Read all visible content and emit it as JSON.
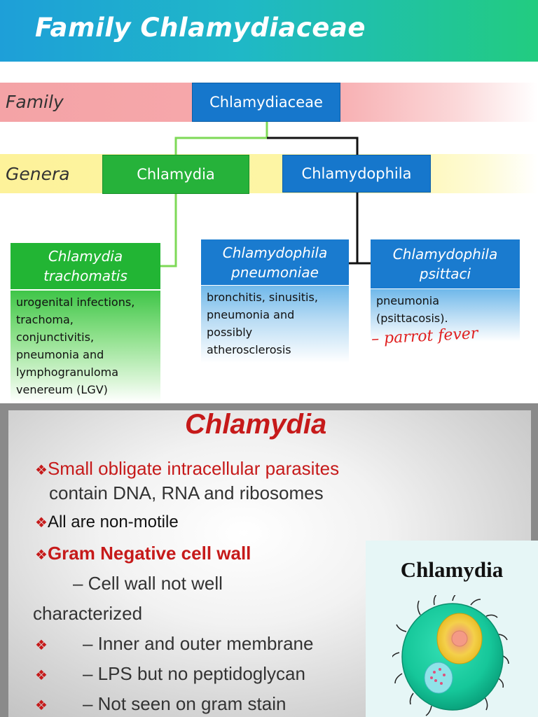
{
  "header": {
    "title": "Family Chlamydiaceae"
  },
  "taxonomy": {
    "family_label": "Family",
    "genera_label": "Genera",
    "family_name": "Chlamydiaceae",
    "genera": [
      "Chlamydia",
      "Chlamydophila"
    ],
    "species": [
      {
        "name": "Chlamydia trachomatis",
        "name_lines": [
          "Chlamydia",
          "trachomatis"
        ],
        "diseases": [
          "urogenital infections,",
          "trachoma,",
          "conjunctivitis,",
          "pneumonia and",
          "lymphogranuloma",
          "venereum (LGV)"
        ]
      },
      {
        "name": "Chlamydophila pneumoniae",
        "name_lines": [
          "Chlamydophila",
          "pneumoniae"
        ],
        "diseases": [
          "bronchitis, sinusitis,",
          "pneumonia and",
          "possibly",
          "atherosclerosis"
        ]
      },
      {
        "name": "Chlamydophila psittaci",
        "name_lines": [
          "Chlamydophila",
          "psittaci"
        ],
        "diseases": [
          "pneumonia",
          "(psittacosis)."
        ]
      }
    ],
    "handwritten_note": "– parrot fever"
  },
  "slide": {
    "title": "Chlamydia",
    "bullet_symbol": "❖",
    "line1": "Small obligate intracellular parasites",
    "line2": "contain DNA, RNA and ribosomes",
    "line3": "All are non-motile",
    "line4": "Gram Negative cell wall",
    "line5": "– Cell wall not well",
    "line6": "characterized",
    "line7": "– Inner and outer membrane",
    "line8": "– LPS but no peptidoglycan",
    "line9": "– Not seen on gram stain"
  },
  "image": {
    "title": "Chlamydia"
  },
  "colors": {
    "accent_red": "#c61a1a",
    "genus_green": "#26b23a",
    "genus_blue": "#1677cc"
  }
}
